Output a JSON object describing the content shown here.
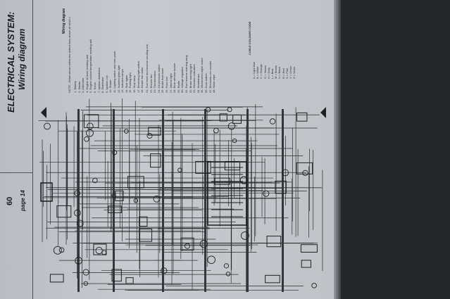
{
  "page": {
    "title": "ELECTRICAL SYSTEM:",
    "subtitle": "Wiring diagram",
    "page_number": "60",
    "page_ref": "page 14"
  },
  "legend": {
    "heading": "Wiring diagram",
    "note": "NOTE - Detail shown within the dotted lines above all which i",
    "left_col": [
      "1. Battery",
      "2. Starter",
      "3. Alternator",
      "4. Engine oil level sending unit",
      "5. Engine coolant temperature sending unit",
      "6. Horns",
      "7. Ignition distributor",
      "8. Distributor",
      "9. Ignition coil",
      "10. Starter",
      "11. Lighting switch and horn push",
      "12. Number plate light",
      "13. Indicator lamps",
      "14. Side lights",
      "15. Parking light",
      "16. Stop lamp",
      "17. Reversing light switch",
      "18. Heater fan motor"
    ],
    "right_col": [
      "21. Fuel level and reserve sending unit",
      "22. Electric fan",
      "23. Thermoswitch",
      "24. Oil pressure switch",
      "25. Brake fluid level",
      "26. Fuse box",
      "27. Interior light",
      "28. Rear window heater",
      "29. Radio",
      "30. Voltage regulator",
      "31. Fuel reserve warning lamp",
      "32. Brake warning light",
      "33. Direction indicators",
      "34. Headlamps",
      "35. Windscreen wiper motor",
      "36. Door switch",
      "37. Electronic rev counter",
      "38. Wash wipe"
    ],
    "colour_heading": "CABLE COLOURS CODE",
    "colours": [
      "A = Light blue",
      "B = White",
      "C = Orange",
      "G = Yellow",
      "H = Grey",
      "L = Blue",
      "M = Brown",
      "N = Black",
      "R = Red",
      "S = Pink",
      "V = Green",
      "Z = Violet"
    ]
  }
}
